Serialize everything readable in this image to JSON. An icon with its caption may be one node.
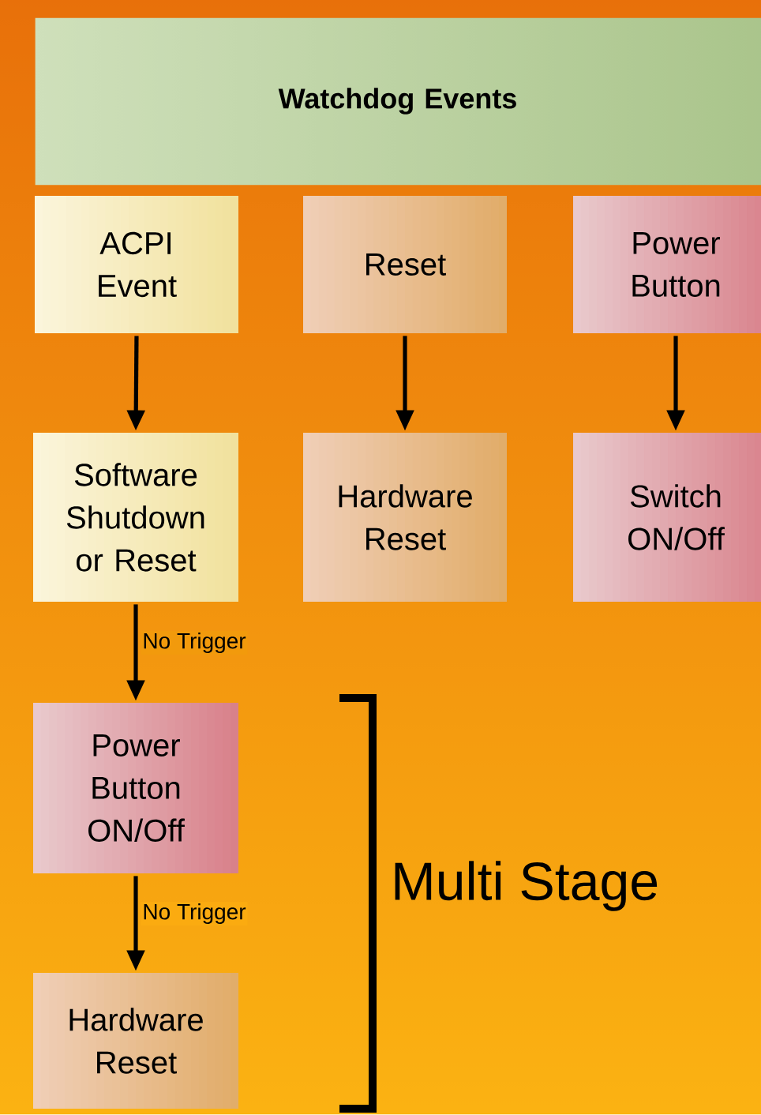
{
  "diagram": {
    "nodes": [
      {
        "text": [
          "Watchdog  Events"
        ]
      },
      {
        "text": [
          "ACPI Event"
        ]
      },
      {
        "text": [
          "Reset"
        ]
      },
      {
        "text": [
          "Power Button"
        ]
      },
      {
        "text": [
          "Software Shutdown or Reset"
        ]
      },
      {
        "text": [
          "Hardware Reset"
        ]
      },
      {
        "text": [
          "Switch ON/Off"
        ]
      },
      {
        "text": [
          "Power Button ON/Off"
        ]
      },
      {
        "text": [
          "Hardware Reset"
        ]
      }
    ],
    "edges": [
      {
        "from": 1,
        "to": 4,
        "arrow": "to"
      },
      {
        "from": 2,
        "to": 5,
        "arrow": "to"
      },
      {
        "from": 3,
        "to": 6,
        "arrow": "to"
      },
      {
        "from": 4,
        "to": 7,
        "arrow": "to",
        "label": "No Trigger"
      },
      {
        "from": 7,
        "to": 8,
        "arrow": "to",
        "label": "No Trigger"
      }
    ],
    "labels": [
      "Multi Stage"
    ]
  }
}
